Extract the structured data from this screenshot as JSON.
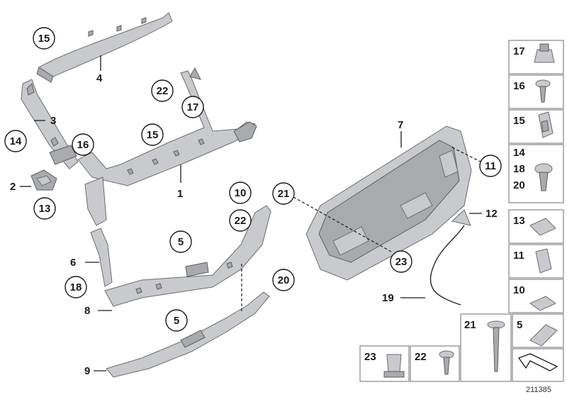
{
  "callouts_circled": [
    {
      "id": "c15a",
      "text": "15"
    },
    {
      "id": "c22a",
      "text": "22"
    },
    {
      "id": "c17",
      "text": "17"
    },
    {
      "id": "c14",
      "text": "14"
    },
    {
      "id": "c16",
      "text": "16"
    },
    {
      "id": "c15b",
      "text": "15"
    },
    {
      "id": "c13",
      "text": "13"
    },
    {
      "id": "c10",
      "text": "10"
    },
    {
      "id": "c22b",
      "text": "22"
    },
    {
      "id": "c5a",
      "text": "5"
    },
    {
      "id": "c18",
      "text": "18"
    },
    {
      "id": "c20",
      "text": "20"
    },
    {
      "id": "c5b",
      "text": "5"
    },
    {
      "id": "c21",
      "text": "21"
    },
    {
      "id": "c23",
      "text": "23"
    },
    {
      "id": "c11",
      "text": "11"
    }
  ],
  "callouts_plain": [
    {
      "id": "p4",
      "text": "4"
    },
    {
      "id": "p3",
      "text": "3"
    },
    {
      "id": "p2",
      "text": "2"
    },
    {
      "id": "p1",
      "text": "1"
    },
    {
      "id": "p6",
      "text": "6"
    },
    {
      "id": "p8",
      "text": "8"
    },
    {
      "id": "p9",
      "text": "9"
    },
    {
      "id": "p7",
      "text": "7"
    },
    {
      "id": "p12",
      "text": "12"
    },
    {
      "id": "p19",
      "text": "19"
    }
  ],
  "legend_boxes": [
    {
      "id": "b17",
      "label": "17",
      "icon": "clip-icon"
    },
    {
      "id": "b16",
      "label": "16",
      "icon": "screw-icon"
    },
    {
      "id": "b15",
      "label": "15",
      "icon": "clip-icon"
    },
    {
      "id": "b14",
      "label": "14\n18\n20",
      "icon": "push-rivet-icon"
    },
    {
      "id": "b13",
      "label": "13",
      "icon": "clip-icon"
    },
    {
      "id": "b11",
      "label": "11",
      "icon": "clip-icon"
    },
    {
      "id": "b10",
      "label": "10",
      "icon": "cover-icon"
    }
  ],
  "bottom_boxes": [
    {
      "id": "bb21",
      "label": "21",
      "icon": "bolt-icon"
    },
    {
      "id": "bb5",
      "label": "5",
      "icon": "cover-icon"
    },
    {
      "id": "bb23",
      "label": "23",
      "icon": "nut-icon"
    },
    {
      "id": "bb22",
      "label": "22",
      "icon": "screw-icon"
    },
    {
      "id": "bbarrow",
      "label": "",
      "icon": "arrow-icon"
    }
  ],
  "drawing_number": "211385"
}
